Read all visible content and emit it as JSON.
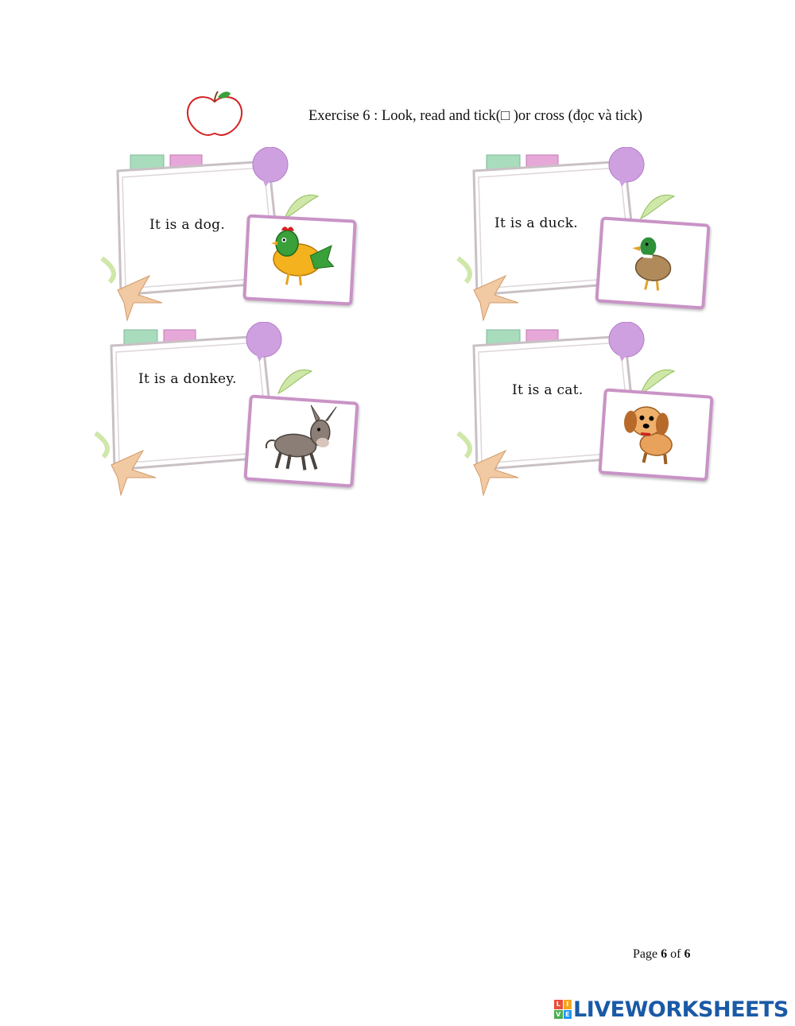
{
  "exercise": {
    "title": "Exercise 6 : Look, read and tick(□ )or cross (đọc và tick)"
  },
  "cards": [
    {
      "sentence": "It is a dog.",
      "picture": "hen-icon"
    },
    {
      "sentence": "It is a duck.",
      "picture": "duck-icon"
    },
    {
      "sentence": "It is a donkey.",
      "picture": "donkey-icon"
    },
    {
      "sentence": "It is a cat.",
      "picture": "dog-icon"
    }
  ],
  "footer": {
    "page_label": "Page",
    "page_current": "6",
    "page_of": "of",
    "page_total": "6"
  },
  "brand": {
    "name": "LIVEWORKSHEETS",
    "badge_letters": [
      "L",
      "I",
      "V",
      "E"
    ],
    "color": "#1a5aa6"
  }
}
